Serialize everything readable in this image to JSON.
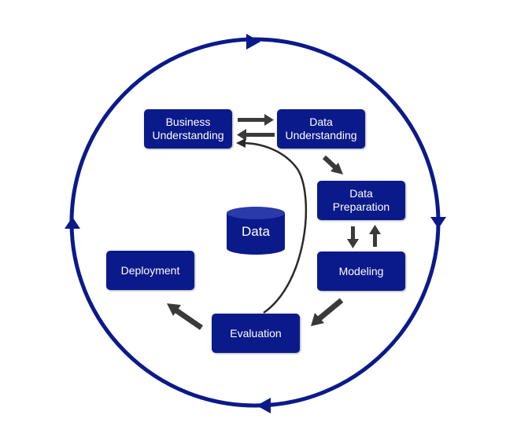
{
  "diagram": {
    "nodes": {
      "business": "Business\nUnderstanding",
      "data_understanding": "Data\nUnderstanding",
      "data_preparation": "Data\nPreparation",
      "modeling": "Modeling",
      "evaluation": "Evaluation",
      "deployment": "Deployment"
    },
    "center": "Data"
  },
  "colors": {
    "primary": "#0b1a8a",
    "arrow": "#3a3a3a"
  }
}
